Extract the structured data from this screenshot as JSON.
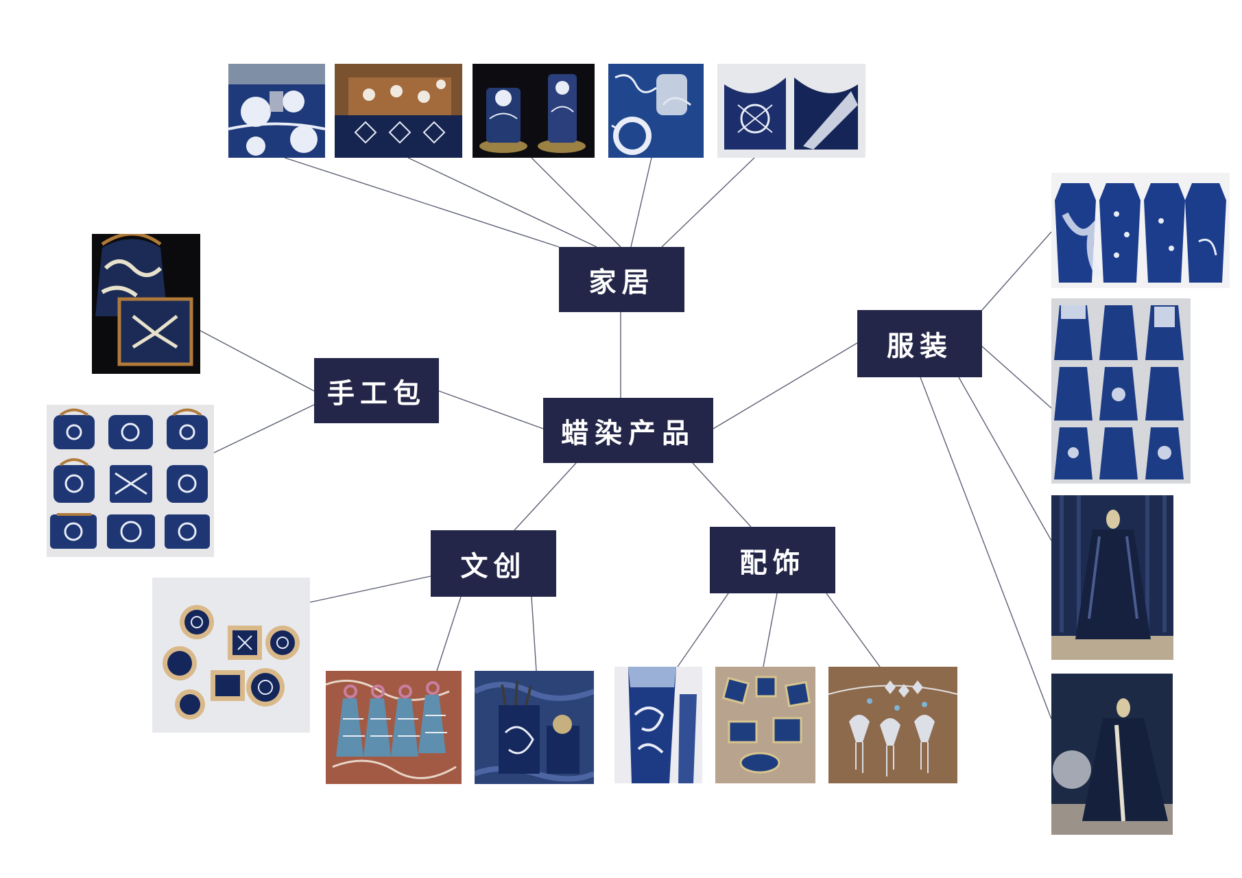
{
  "center": {
    "label": "蜡染产品"
  },
  "branches": {
    "home": {
      "label": "家居"
    },
    "bags": {
      "label": "手工包"
    },
    "clothing": {
      "label": "服装"
    },
    "creative": {
      "label": "文创"
    },
    "accessories": {
      "label": "配饰"
    }
  },
  "colors": {
    "node_fill": "#232648",
    "node_text": "#ffffff",
    "line": "#5b5f72",
    "indigo": "#1f3a7a",
    "indigo_dark": "#101a3d",
    "pattern": "#e9edf7"
  }
}
